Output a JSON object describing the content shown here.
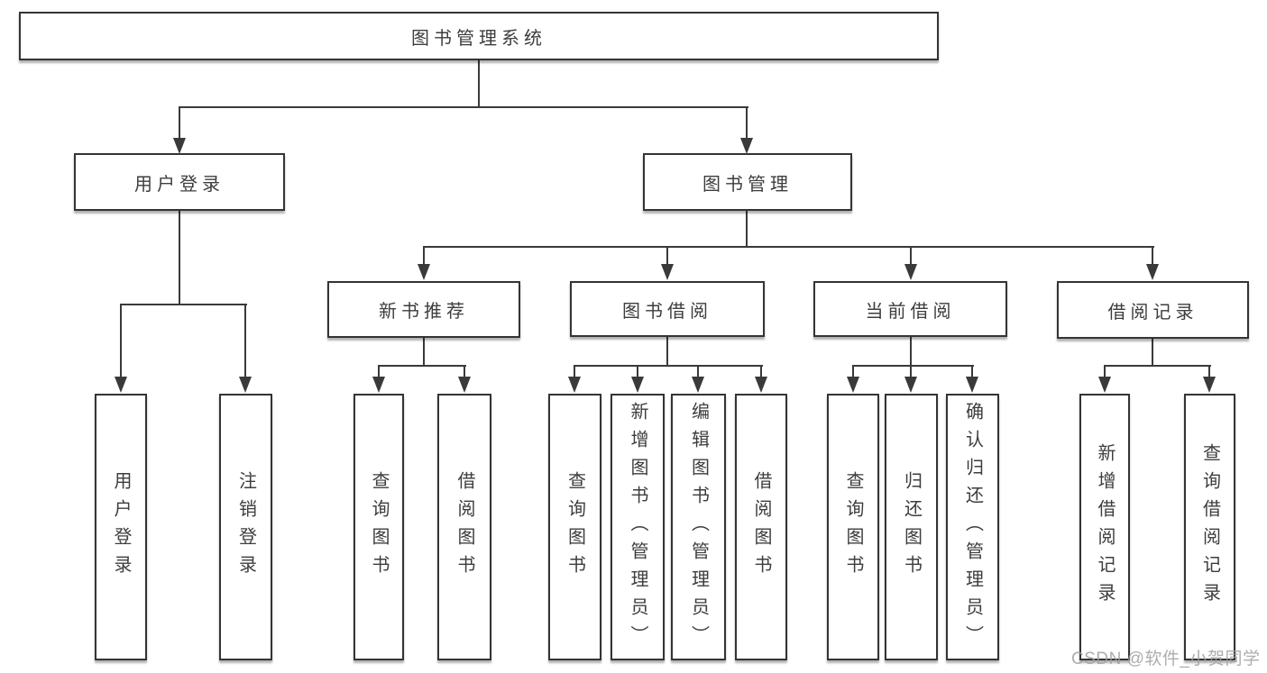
{
  "diagram_title": "图书管理系统",
  "tree": {
    "label": "图书管理系统",
    "children": [
      {
        "label": "用户登录",
        "children": [
          {
            "label": "用户登录"
          },
          {
            "label": "注销登录"
          }
        ]
      },
      {
        "label": "图书管理",
        "children": [
          {
            "label": "新书推荐",
            "children": [
              {
                "label": "查询图书"
              },
              {
                "label": "借阅图书"
              }
            ]
          },
          {
            "label": "图书借阅",
            "children": [
              {
                "label": "查询图书"
              },
              {
                "label": "新增图书（管理员）"
              },
              {
                "label": "编辑图书（管理员）"
              },
              {
                "label": "借阅图书"
              }
            ]
          },
          {
            "label": "当前借阅",
            "children": [
              {
                "label": "查询图书"
              },
              {
                "label": "归还图书"
              },
              {
                "label": "确认归还（管理员）"
              }
            ]
          },
          {
            "label": "借阅记录",
            "children": [
              {
                "label": "新增借阅记录"
              },
              {
                "label": "查询借阅记录"
              }
            ]
          }
        ]
      }
    ]
  },
  "watermark": {
    "text": "CSDN @软件_小贺同学"
  },
  "colors": {
    "line": "#3a3a3a",
    "box_border": "#343434",
    "box_fill": "#ffffff",
    "text": "#3d3d3d",
    "watermark": "#9f9f9f",
    "background": "#ffffff"
  }
}
